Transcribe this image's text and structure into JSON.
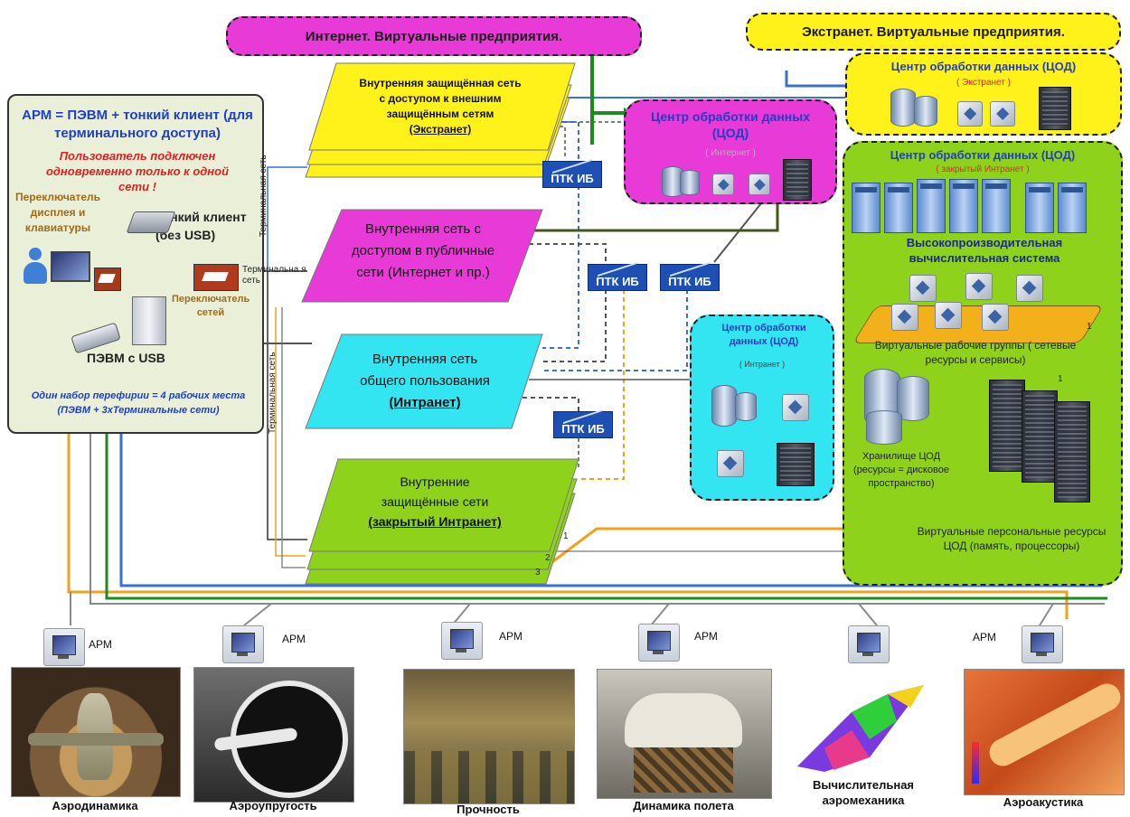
{
  "top": {
    "internet": "Интернет. Виртуальные  предприятия.",
    "extranet": "Экстранет. Виртуальные предприятия."
  },
  "arm": {
    "title": "АРМ = ПЭВМ + тонкий клиент (для терминального доступа)",
    "warning": "Пользователь подключен одновременно только к одной сети !",
    "switch_display": "Переключатель дисплея и клавиатуры",
    "thin_client": "Тонкий клиент (без USB)",
    "switch_net": "Переключатель сетей",
    "pc": "ПЭВМ с USB",
    "footer": "Один набор перефирии = 4 рабочих места (ПЭВМ + 3хТерминальные сети)"
  },
  "networks": {
    "extranet_net": {
      "line1": "Внутренняя защищённая сеть",
      "line2": "с доступом к внешним",
      "line3": "защищённым сетям",
      "line4": "(Экстранет)"
    },
    "internet_net": {
      "line1": "Внутренняя сеть с",
      "line2": "доступом в публичные",
      "line3": "сети (Интернет и пр.)"
    },
    "intranet_net": {
      "line1": "Внутренняя сеть",
      "line2": "общего пользования",
      "line3": "(Интранет)"
    },
    "closed_net": {
      "line1": "Внутренние",
      "line2": "защищённые сети",
      "line3": "(закрытый Интранет)"
    }
  },
  "ptk_label": "ПТК ИБ",
  "dc": {
    "extranet": {
      "title": "Центр обработки данных (ЦОД)",
      "sub": "( Экстранет )"
    },
    "internet": {
      "title": "Центр обработки данных (ЦОД)",
      "sub": "( Интернет )"
    },
    "intranet": {
      "title": "Центр обработки данных (ЦОД)",
      "sub": "( Интранет )"
    },
    "closed": {
      "title": "Центр обработки данных (ЦОД)",
      "sub": "( закрытый Интранет )",
      "hpc": "Высокопроизводительная вычислительная система",
      "vgroups": "Виртуальные рабочие группы ( сетевые ресурсы и  сервисы)",
      "storage": "Хранилище ЦОД (ресурсы = дисковое пространство)",
      "vresources": "Виртуальные персональные ресурсы ЦОД (память, процессоры)"
    }
  },
  "wire_labels": {
    "terminal": "Терминальная сеть",
    "terminal_short": "Терминальна я сеть",
    "n1": "1",
    "n2": "2",
    "n3": "3"
  },
  "workstations": {
    "arm": "АРМ",
    "items": [
      "Аэродинамика",
      "Аэроупругость",
      "Прочность",
      "Динамика полета",
      "Вычислительная аэромеханика",
      "Аэроакустика"
    ]
  },
  "colors": {
    "internet": "#e83ad6",
    "extranet": "#fff21a",
    "intranet": "#33e5f0",
    "closed": "#8fd21c",
    "ptk": "#1d4fb5",
    "wire_blue": "#3a6fd8",
    "wire_green": "#1f8a1f",
    "wire_orange": "#f2a21a",
    "wire_gray": "#8a8a8a"
  }
}
